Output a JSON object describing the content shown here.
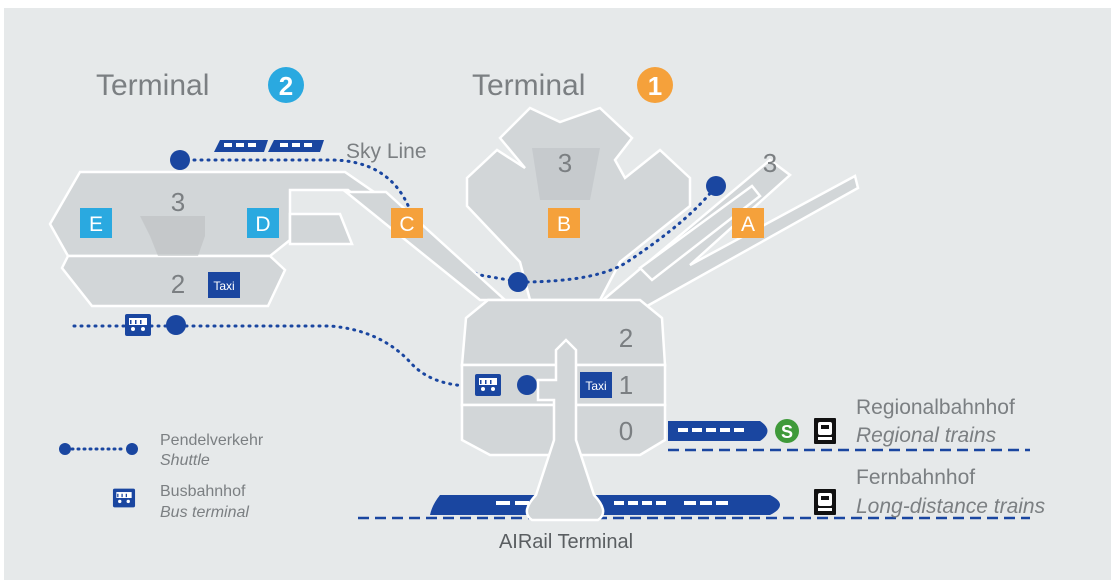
{
  "terminals": [
    {
      "label": "Terminal",
      "number": "2",
      "color": "#2aa9e0"
    },
    {
      "label": "Terminal",
      "number": "1",
      "color": "#f5a13b"
    }
  ],
  "skyline_label": "Sky Line",
  "gates": {
    "terminal2": [
      {
        "letter": "E",
        "color": "#2aa9e0"
      },
      {
        "letter": "D",
        "color": "#2aa9e0"
      }
    ],
    "terminal1": [
      {
        "letter": "C",
        "color": "#f5a13b"
      },
      {
        "letter": "B",
        "color": "#f5a13b"
      },
      {
        "letter": "A",
        "color": "#f5a13b"
      }
    ]
  },
  "levels": {
    "t2": [
      "3",
      "2"
    ],
    "t1": [
      "3",
      "3",
      "2",
      "1",
      "0"
    ]
  },
  "taxi_label": "Taxi",
  "sbahn_label": "S",
  "stations": {
    "regional": {
      "name": "Regionalbahnhof",
      "subtitle": "Regional trains"
    },
    "longdistance": {
      "name": "Fernbahnhof",
      "subtitle": "Long-distance trains"
    },
    "airrail": "AIRail Terminal"
  },
  "legend": [
    {
      "icon": "shuttle-icon",
      "label": "Pendelverkehr",
      "sublabel": "Shuttle"
    },
    {
      "icon": "bus-icon",
      "label": "Busbahnhof",
      "sublabel": "Bus terminal"
    }
  ],
  "colors": {
    "background": "#e6e9ea",
    "building": "#d2d6d8",
    "shuttle_blue": "#1a46a0",
    "terminal1_orange": "#f5a13b",
    "terminal2_cyan": "#2aa9e0",
    "sbahn_green": "#3f9a3a",
    "text_gray": "#7b7f82"
  }
}
